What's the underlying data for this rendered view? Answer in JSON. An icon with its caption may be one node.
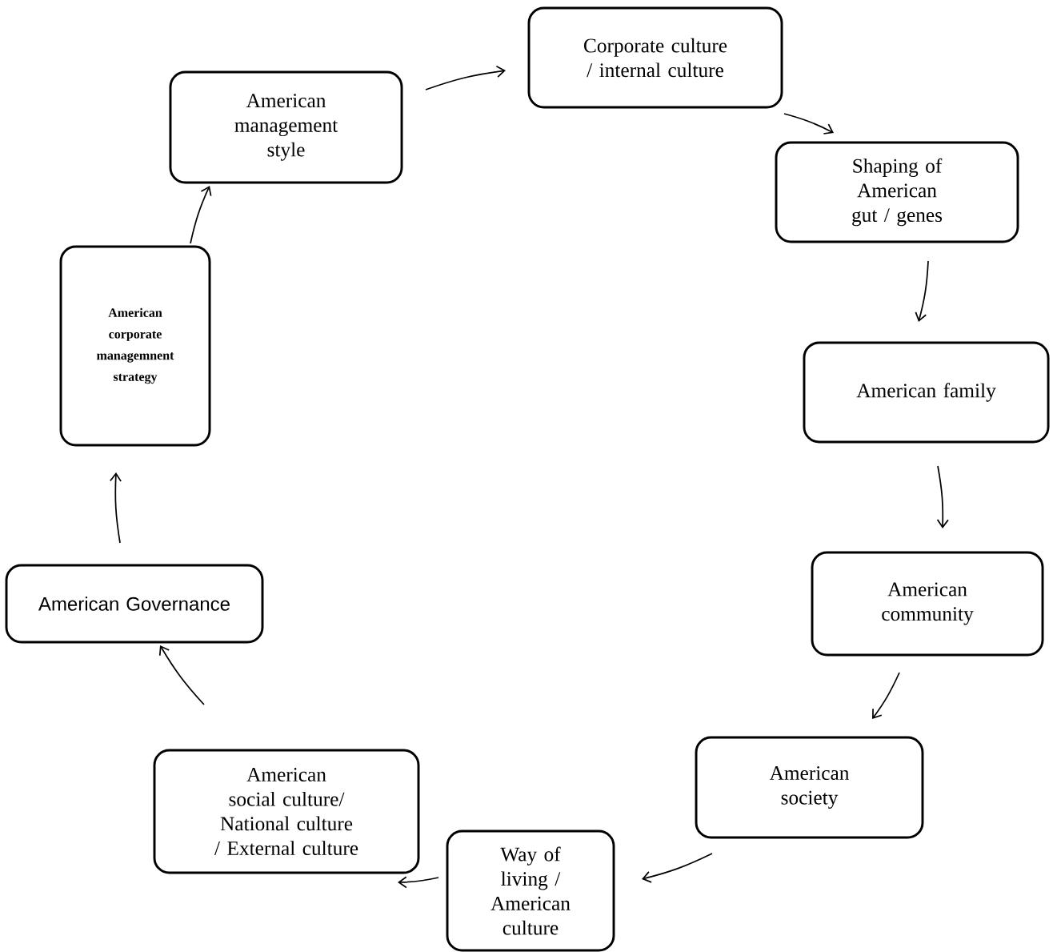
{
  "diagram": {
    "nodes": [
      {
        "text": [
          "American Governance"
        ]
      },
      {
        "text": [
          "American corporate managemnent strategy"
        ]
      },
      {
        "text": [
          "American management style"
        ]
      },
      {
        "text": [
          "Corporate culture / internal culture"
        ]
      },
      {
        "text": [
          "Shaping of American gut / genes"
        ]
      },
      {
        "text": [
          "American family"
        ]
      },
      {
        "text": [
          "American community"
        ]
      },
      {
        "text": [
          "American society"
        ]
      },
      {
        "text": [
          "Way of living / American culture"
        ]
      },
      {
        "text": [
          "American social culture/ National culture / External culture"
        ]
      }
    ],
    "edges": [
      {
        "from": 9,
        "to": 0,
        "arrow": "to"
      },
      {
        "from": 0,
        "to": 1,
        "arrow": "to"
      },
      {
        "from": 1,
        "to": 2,
        "arrow": "to"
      },
      {
        "from": 2,
        "to": 3,
        "arrow": "to"
      },
      {
        "from": 3,
        "to": 4,
        "arrow": "to"
      },
      {
        "from": 4,
        "to": 5,
        "arrow": "to"
      },
      {
        "from": 5,
        "to": 6,
        "arrow": "to"
      },
      {
        "from": 6,
        "to": 7,
        "arrow": "to"
      },
      {
        "from": 7,
        "to": 8,
        "arrow": "to"
      },
      {
        "from": 8,
        "to": 9,
        "arrow": "to"
      }
    ]
  }
}
